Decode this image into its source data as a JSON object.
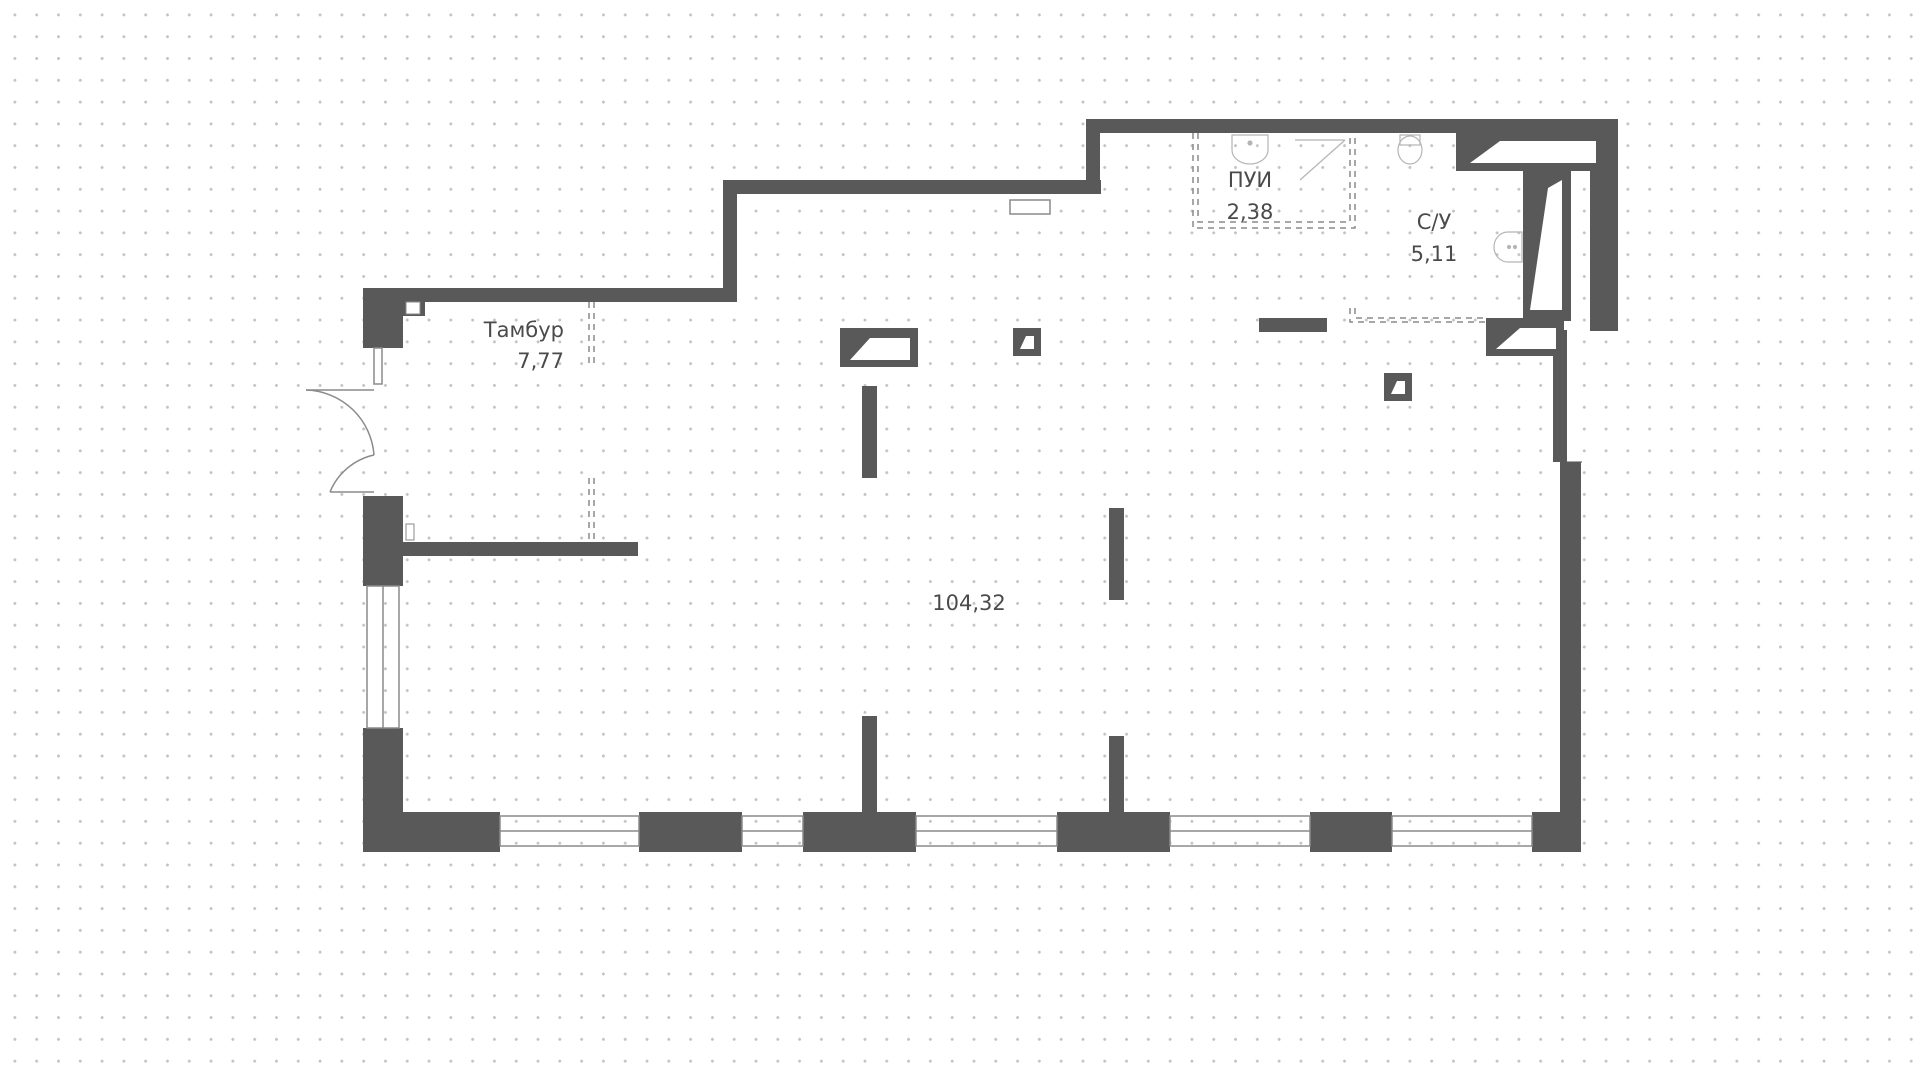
{
  "plan": {
    "rooms": [
      {
        "id": "tambour",
        "name": "Тамбур",
        "area": "7,77"
      },
      {
        "id": "pui",
        "name": "ПУИ",
        "area": "2,38"
      },
      {
        "id": "wc",
        "name": "С/У",
        "area": "5,11"
      },
      {
        "id": "main",
        "name": "",
        "area": "104,32"
      }
    ],
    "colors": {
      "wall": "#595959",
      "thin_line": "#8a8a8a",
      "dots": "#c3c3c3",
      "background": "#ffffff"
    }
  }
}
